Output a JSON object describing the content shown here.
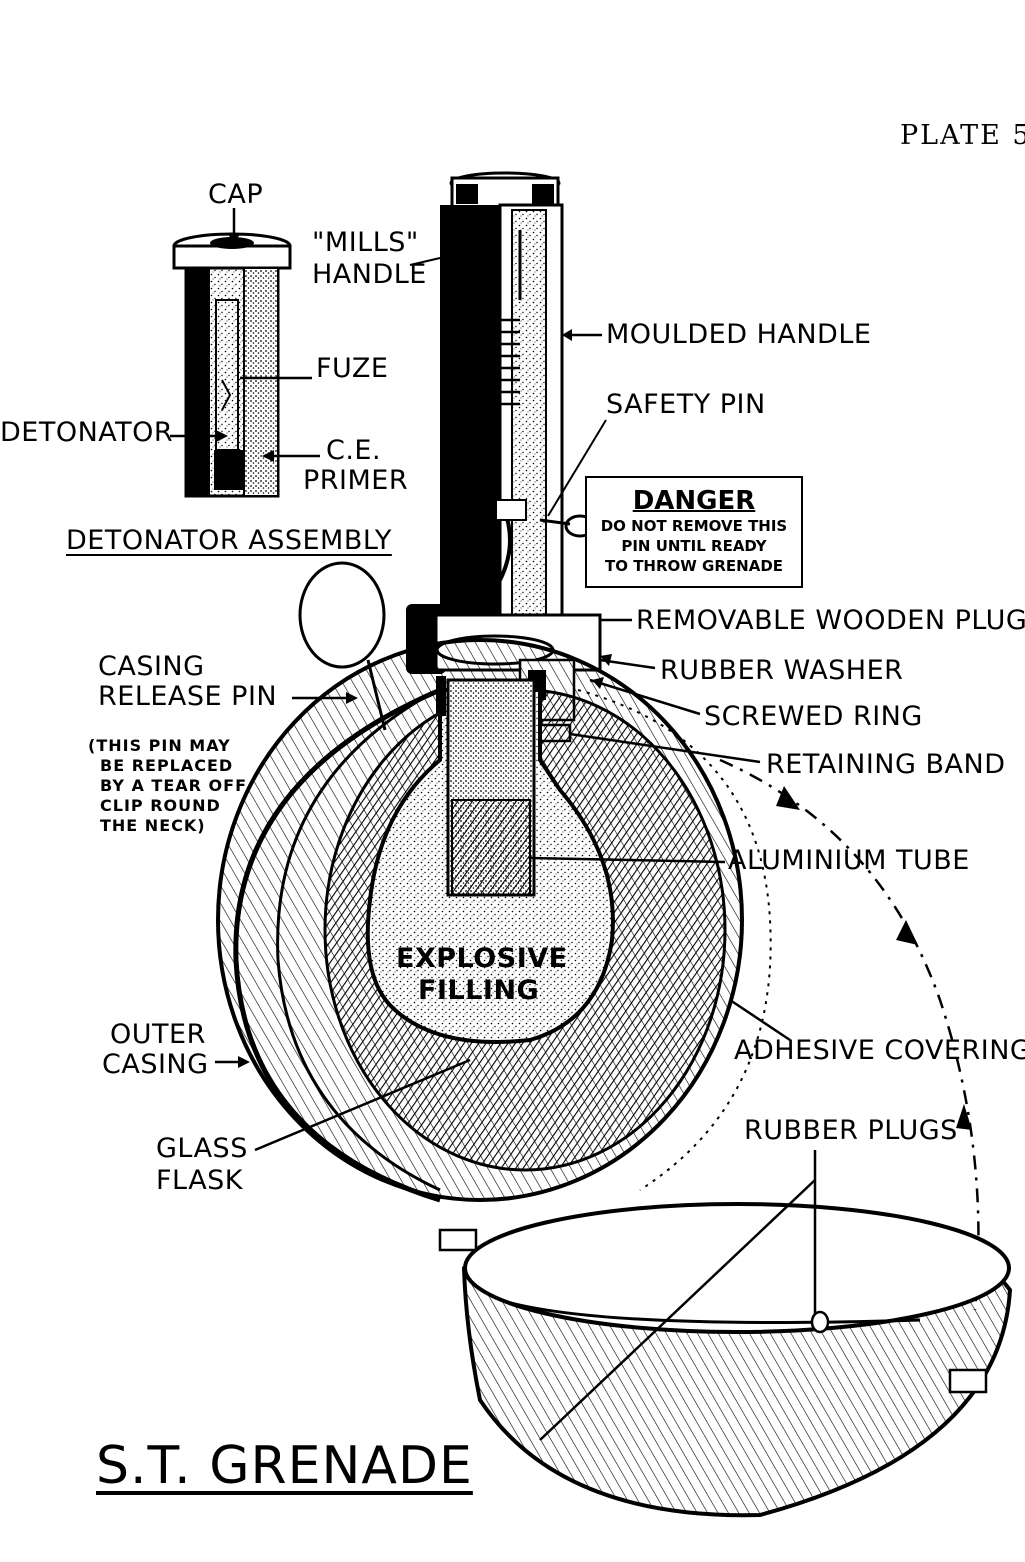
{
  "plate": "PLATE 5",
  "title": "S.T. GRENADE",
  "inset": {
    "heading": "DETONATOR ASSEMBLY",
    "labels": {
      "cap": "CAP",
      "fuze": "FUZE",
      "detonator": "DETONATOR",
      "ce_primer_1": "C.E.",
      "ce_primer_2": "PRIMER"
    }
  },
  "labels": {
    "mills_handle_1": "\"MILLS\"",
    "mills_handle_2": "HANDLE",
    "moulded_handle": "MOULDED HANDLE",
    "safety_pin": "SAFETY PIN",
    "removable_plug": "REMOVABLE WOODEN PLUG",
    "rubber_washer": "RUBBER WASHER",
    "screwed_ring": "SCREWED RING",
    "retaining_band": "RETAINING BAND",
    "aluminium_tube": "ALUMINIUM TUBE",
    "casing_release_1": "CASING",
    "casing_release_2": "RELEASE PIN",
    "note_1": "(THIS PIN MAY",
    "note_2": "BE REPLACED",
    "note_3": "BY A TEAR OFF",
    "note_4": "CLIP ROUND",
    "note_5": "THE NECK)",
    "explosive_1": "EXPLOSIVE",
    "explosive_2": "FILLING",
    "outer_casing_1": "OUTER",
    "outer_casing_2": "CASING",
    "glass_flask_1": "GLASS",
    "glass_flask_2": "FLASK",
    "adhesive": "ADHESIVE COVERING",
    "rubber_plugs": "RUBBER PLUGS"
  },
  "danger": {
    "title": "DANGER",
    "line1": "DO NOT REMOVE THIS",
    "line2": "PIN UNTIL READY",
    "line3": "TO THROW GRENADE"
  }
}
